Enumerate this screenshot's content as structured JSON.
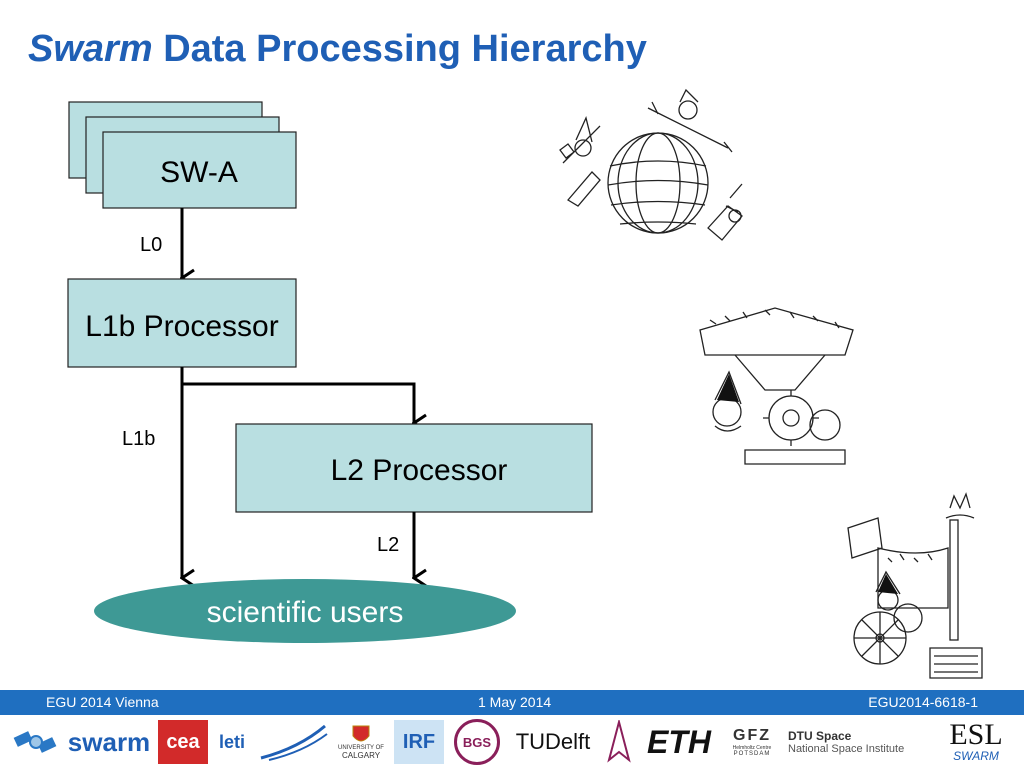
{
  "title": {
    "italic": "Swarm",
    "rest": "Data Processing Hierarchy"
  },
  "boxes": {
    "swa": "SW-A",
    "l1b_processor": "L1b Processor",
    "l2_processor": "L2 Processor"
  },
  "edges": {
    "l0": "L0",
    "l1b": "L1b",
    "l2": "L2"
  },
  "users": "scientific users",
  "footer": {
    "left": "EGU 2014 Vienna",
    "center": "1 May 2014",
    "right": "EGU2014-6618-1"
  },
  "logos": {
    "swarm": "swarm",
    "cea": "cea",
    "leti": "leti",
    "calgary_top": "UNIVERSITY OF",
    "calgary_bottom": "CALGARY",
    "irf": "IRF",
    "bgs": "BGS",
    "tudelft": "TUDelft",
    "eth": "ETH",
    "gfz": "GFZ",
    "gfz_sub1": "Helmholtz Centre",
    "gfz_sub2": "POTSDAM",
    "dtu_title": "DTU Space",
    "dtu_sub": "National Space Institute",
    "esl": "ESL",
    "esl_swarm": "SWARM"
  },
  "colors": {
    "title": "#1f5fb5",
    "box_fill": "#b9dfe1",
    "ellipse_fill": "#3e9995",
    "footer_bar": "#1f6fc0"
  }
}
